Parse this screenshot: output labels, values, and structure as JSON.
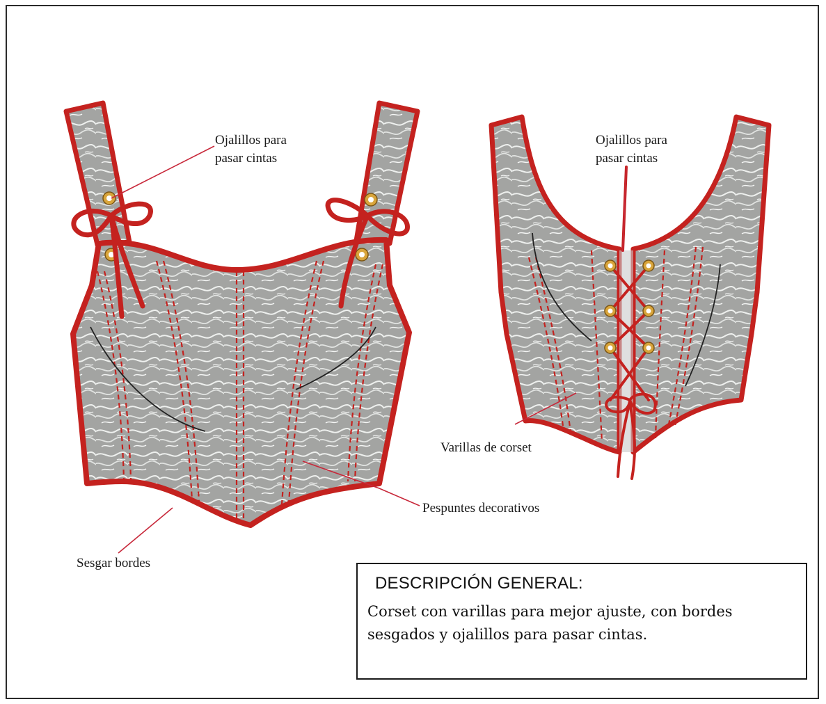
{
  "labels": {
    "front_eyelets_line1": "Ojalillos para",
    "front_eyelets_line2": "pasar cintas",
    "back_eyelets_line1": "Ojalillos para",
    "back_eyelets_line2": "pasar cintas",
    "boning": "Varillas de corset",
    "topstitching": "Pespuntes decorativos",
    "bias_edges": "Sesgar bordes"
  },
  "description": {
    "title": "DESCRIPCIÓN GENERAL:",
    "body": "Corset con varillas para mejor ajuste, con bordes sesgados y ojalillos para pasar cintas."
  },
  "colors": {
    "trim": "#c4221f",
    "fabric": "#a9aaa8",
    "eyelet": "#d9a53b",
    "leader": "#c8283a"
  }
}
